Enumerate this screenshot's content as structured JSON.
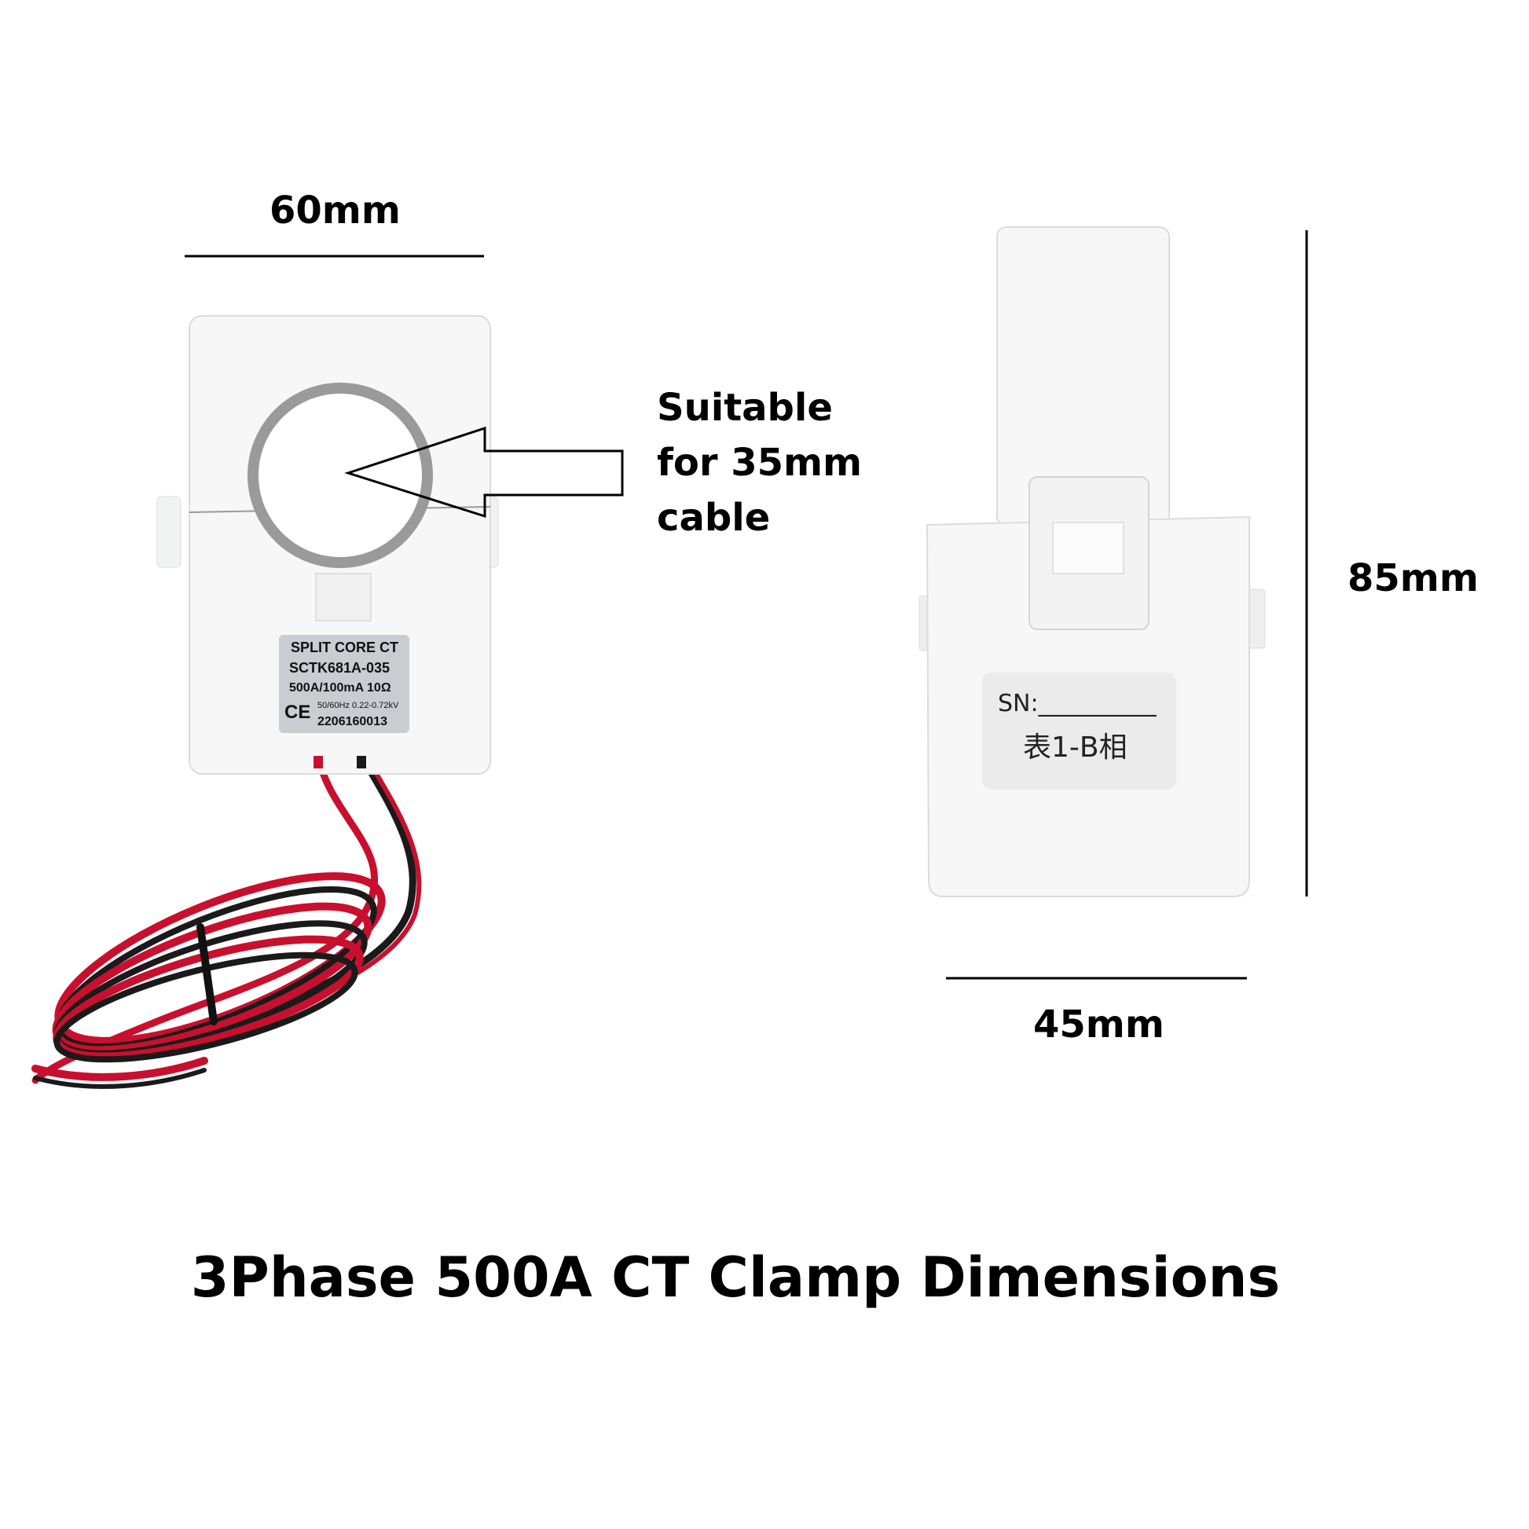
{
  "dimensions": {
    "width_left": "60mm",
    "height_right": "85mm",
    "width_right": "45mm"
  },
  "callout": [
    "Suitable",
    "for 35mm",
    "cable"
  ],
  "left_label": {
    "line1": "SPLIT CORE CT",
    "line2": "SCTK681A-035",
    "line3": "500A/100mA 10Ω",
    "ce": "CE",
    "line4": "50/60Hz  0.22-0.72kV",
    "line5": "2206160013"
  },
  "right_label": {
    "sn": "SN:__________",
    "phase": "表1-B相"
  },
  "title": "3Phase 500A CT Clamp Dimensions",
  "colors": {
    "wire_red": "#c8102e",
    "wire_black": "#1a1a1a",
    "label_gray": "#c9ccd0"
  }
}
